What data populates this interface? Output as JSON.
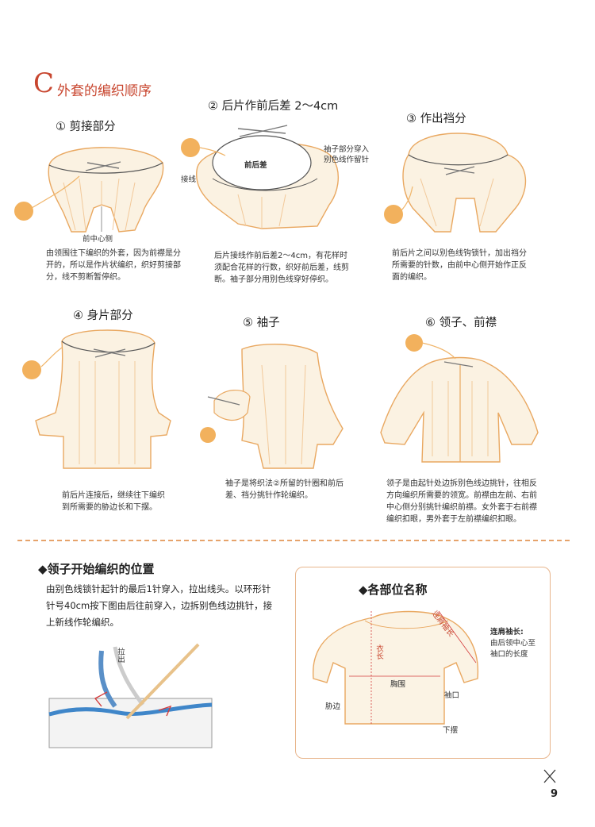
{
  "header": {
    "letter": "C",
    "title": "外套的编织顺序"
  },
  "steps": [
    {
      "title": "① 剪接部分",
      "label_front_center": "前中心侧",
      "desc": [
        "由领围往下编织的外套，因为前襟是分",
        "开的，所以是作片状编织，织好剪接部",
        "分，线不剪断暂停织。"
      ]
    },
    {
      "title": "② 后片作前后差 2～4cm",
      "label_diff": "前后差",
      "label_join": "接线",
      "label_sleeve": [
        "袖子部分穿入",
        "别色线作留针"
      ],
      "desc": [
        "后片接线作前后差2～4cm，有花样时",
        "须配合花样的行数，织好前后差，线剪",
        "断。袖子部分用别色线穿好停织。"
      ]
    },
    {
      "title": "③ 作出裆分",
      "desc": [
        "前后片之间以别色线钩锁针，加出裆分",
        "所需要的针数，由前中心侧开始作正反",
        "面的编织。"
      ]
    },
    {
      "title": "④ 身片部分",
      "desc": [
        "前后片连接后，继续往下编织",
        "到所需要的胁边长和下摆。"
      ]
    },
    {
      "title": "⑤ 袖子",
      "desc": [
        "袖子是将织法②所留的针圈和前后",
        "差、裆分挑针作轮编织。"
      ]
    },
    {
      "title": "⑥ 领子、前襟",
      "desc": [
        "领子是由起针处边拆别色线边挑针，往相反",
        "方向编织所需要的领宽。前襟由左前、右前",
        "中心侧分别挑针编织前襟。女外套于右前襟",
        "编织扣眼，男外套于左前襟编织扣眼。"
      ]
    }
  ],
  "collar_section": {
    "title": "◆领子开始编织的位置",
    "body": [
      "由别色线锁针起针的最后1针穿入，拉出线头。以环形针",
      "针号40cm按下图由后往前穿入，边拆别色线边挑针，接",
      "上新线作轮编织。"
    ],
    "label_pull": "拉出"
  },
  "parts_section": {
    "title": "◆各部位名称",
    "labels": {
      "raglan": "连肩袖长",
      "body_length": "衣长",
      "chest": "胸围",
      "cuff": "袖口",
      "side": "胁边",
      "hem": "下摆"
    },
    "note_title": "连肩袖长:",
    "note_body": [
      "由后领中心至",
      "袖口的长度"
    ]
  },
  "footer": {
    "page_number": "9"
  },
  "colors": {
    "accent": "#c8462f",
    "yarn": "#f2b15d",
    "divider": "#e6a36b",
    "line": "#6e6e6e"
  }
}
